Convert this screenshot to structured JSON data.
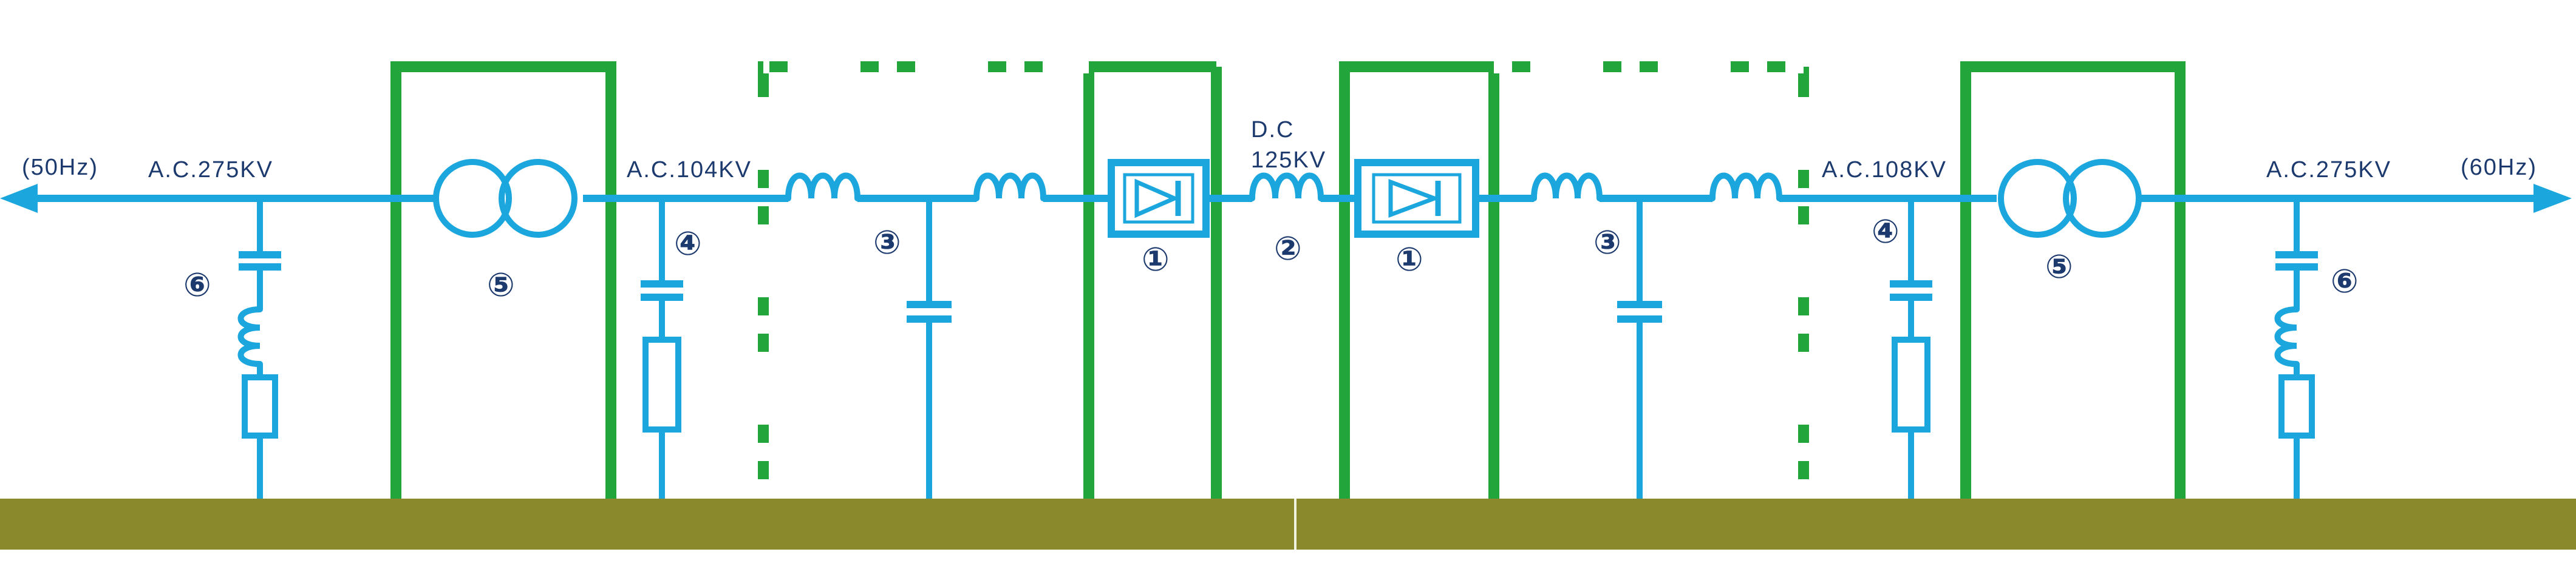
{
  "colors": {
    "line": "#1ba7de",
    "frame": "#22a53a",
    "ground": "#8a8a2c",
    "text": "#1c3a6e"
  },
  "labels": {
    "freq_left": "(50Hz)",
    "freq_right": "(60Hz)",
    "ac_left": "A.C.275KV",
    "ac_mid_left": "A.C.104KV",
    "dc_top": "D.C",
    "dc_bottom": "125KV",
    "ac_mid_right": "A.C.108KV",
    "ac_right": "A.C.275KV"
  },
  "markers": {
    "converter": "①",
    "dc_reactor": "②",
    "ac_filter_reactor": "③",
    "capacitor_bank": "④",
    "transformer": "⑤",
    "harmonic_filter": "⑥"
  },
  "icons": [
    "transformer-icon",
    "thyristor-valve-icon",
    "inductor-icon",
    "capacitor-icon",
    "resistor-icon",
    "arrow-icon"
  ]
}
